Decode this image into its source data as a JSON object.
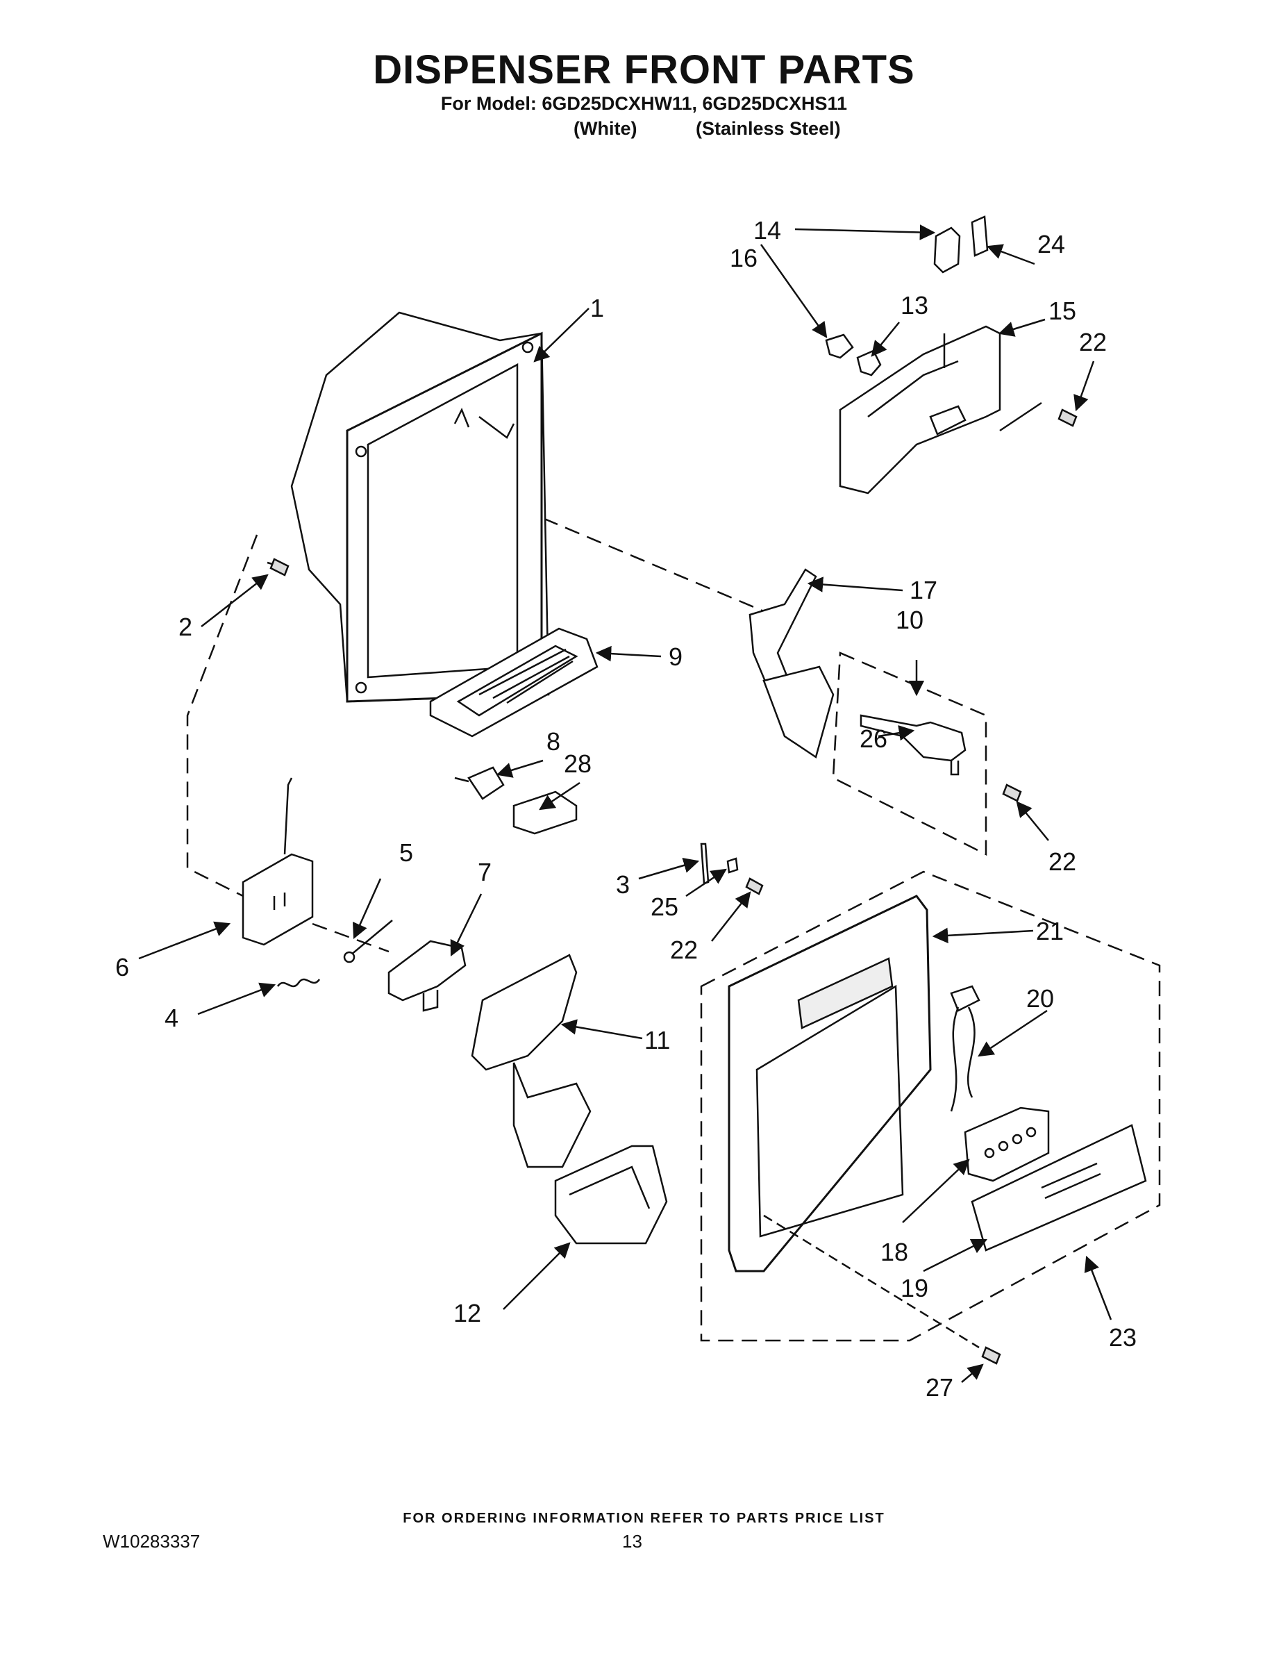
{
  "header": {
    "title": "DISPENSER FRONT PARTS",
    "model_line": "For Model: 6GD25DCXHW11, 6GD25DCXHS11",
    "variant_white": "(White)",
    "variant_stainless": "(Stainless Steel)"
  },
  "callouts": {
    "c1": "1",
    "c2": "2",
    "c3": "3",
    "c4": "4",
    "c5": "5",
    "c6": "6",
    "c7": "7",
    "c8": "8",
    "c9": "9",
    "c10": "10",
    "c11": "11",
    "c12": "12",
    "c13": "13",
    "c14": "14",
    "c15": "15",
    "c16": "16",
    "c17": "17",
    "c18": "18",
    "c19": "19",
    "c20": "20",
    "c21": "21",
    "c22a": "22",
    "c22b": "22",
    "c22c": "22",
    "c23": "23",
    "c24": "24",
    "c25": "25",
    "c26": "26",
    "c27": "27",
    "c28": "28"
  },
  "footer": {
    "ordering_note": "FOR ORDERING INFORMATION REFER TO PARTS PRICE LIST",
    "doc_number": "W10283337",
    "page_number": "13"
  },
  "colors": {
    "ink": "#111111",
    "paper": "#ffffff",
    "shade": "#d8d8d8"
  }
}
